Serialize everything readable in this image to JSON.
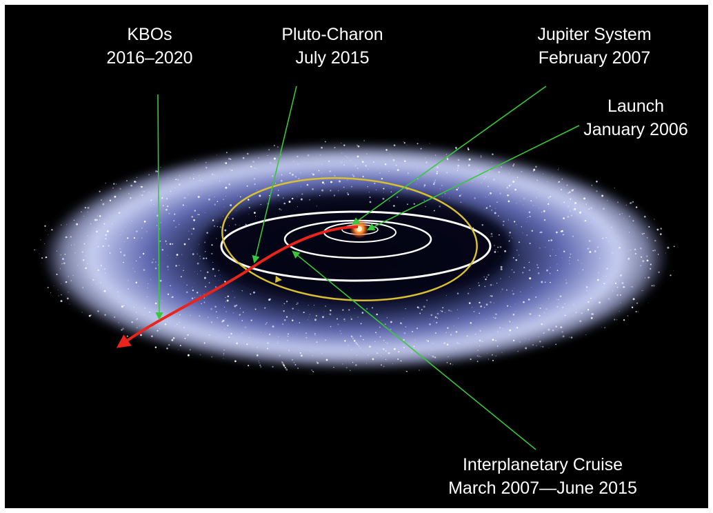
{
  "labels": {
    "kbos": {
      "line1": "KBOs",
      "line2": "2016–2020"
    },
    "pluto_charon": {
      "line1": "Pluto-Charon",
      "line2": "July 2015"
    },
    "jupiter": {
      "line1": "Jupiter System",
      "line2": "February 2007"
    },
    "launch": {
      "line1": "Launch",
      "line2": "January 2006"
    },
    "cruise": {
      "line1": "Interplanetary Cruise",
      "line2": "March 2007—June 2015"
    }
  },
  "colors": {
    "background": "#000000",
    "belt": "#b9c2ee",
    "pointer_line": "#38c83a",
    "trajectory": "#e8241c",
    "pluto_orbit": "#d8c032",
    "planet_orbits": "#ffffff",
    "sun": "#ff8a2a"
  }
}
